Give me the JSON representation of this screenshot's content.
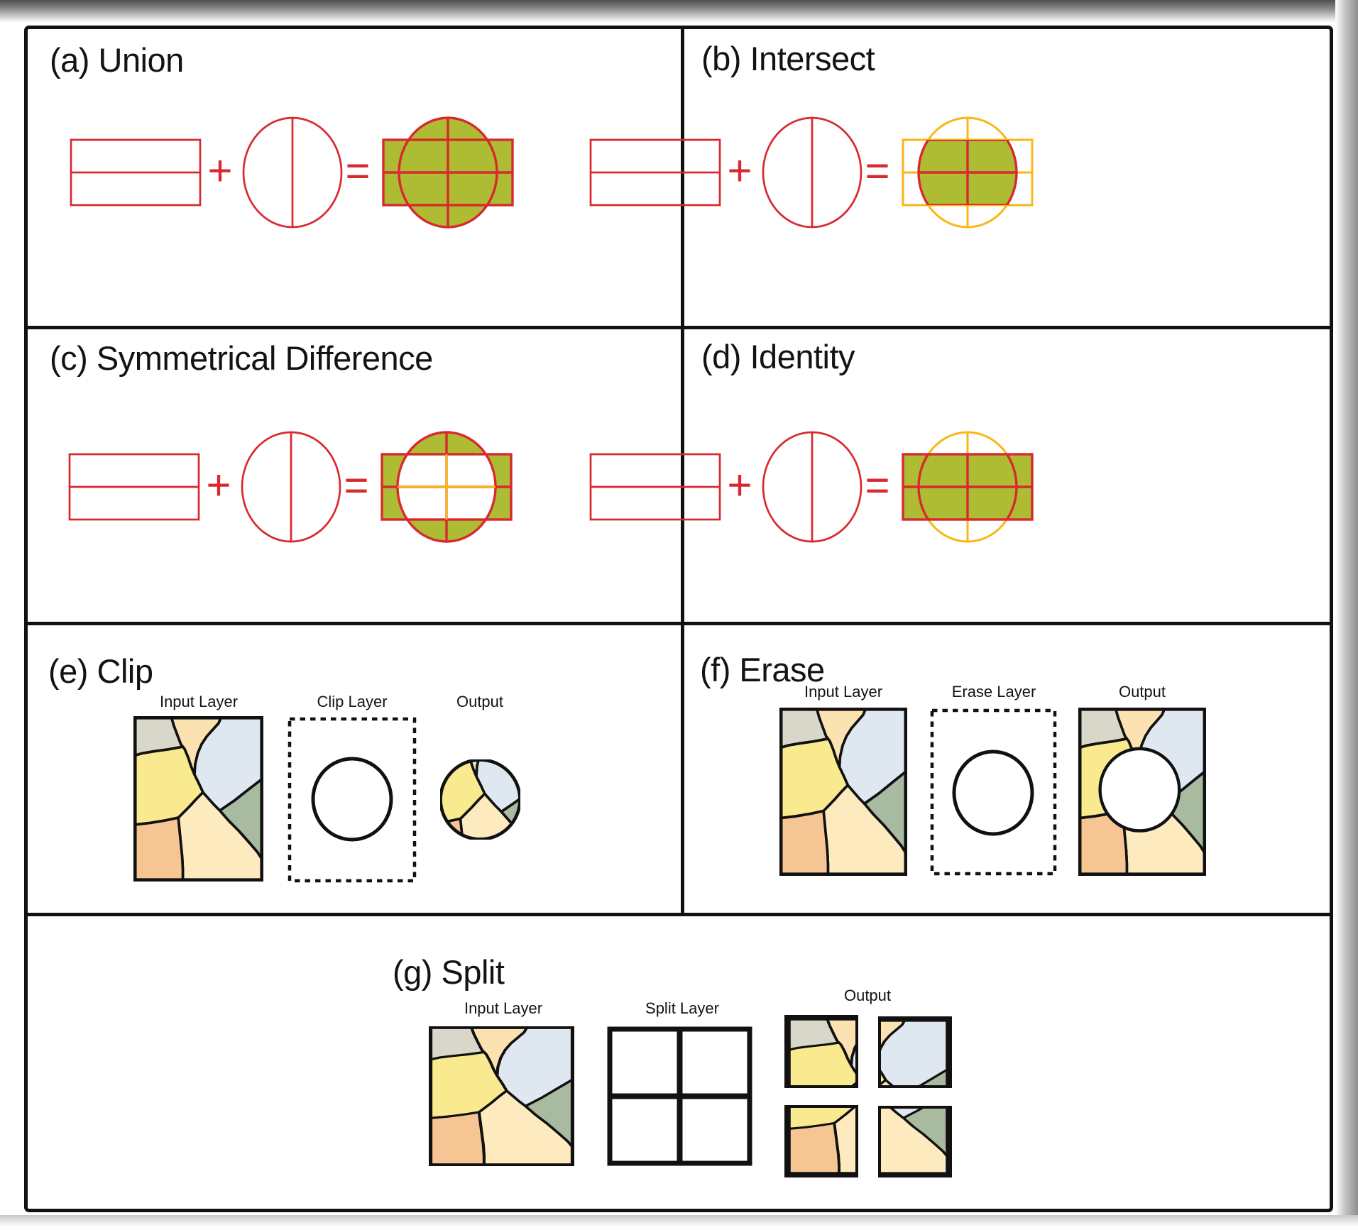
{
  "figure": {
    "description": "Overlay operation diagrams",
    "colors": {
      "red": "#d8292f",
      "orange": "#fbb616",
      "olive": "#adbc32",
      "line_black": "#111111",
      "map_gray": "#d8d7c9",
      "map_cream_top": "#fbe2b0",
      "map_cream_bottom": "#fdeabf",
      "map_blue": "#dfe8f0",
      "map_yellow": "#f9e98f",
      "map_green": "#a8bba1",
      "map_orange": "#f5c693"
    },
    "symbols": {
      "plus": "+",
      "equals": "="
    },
    "panels": {
      "a": {
        "title": "(a) Union"
      },
      "b": {
        "title": "(b) Intersect"
      },
      "c": {
        "title": "(c) Symmetrical Difference"
      },
      "d": {
        "title": "(d) Identity"
      },
      "e": {
        "title": "(e) Clip",
        "input_label": "Input Layer",
        "overlay_label": "Clip Layer",
        "output_label": "Output"
      },
      "f": {
        "title": "(f) Erase",
        "input_label": "Input Layer",
        "overlay_label": "Erase Layer",
        "output_label": "Output"
      },
      "g": {
        "title": "(g) Split",
        "input_label": "Input Layer",
        "overlay_label": "Split Layer",
        "output_label": "Output"
      }
    }
  }
}
